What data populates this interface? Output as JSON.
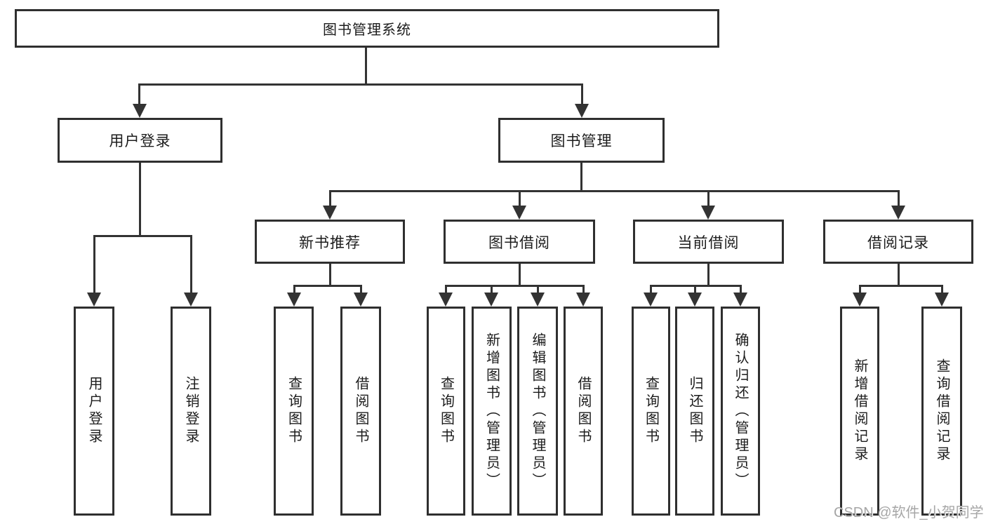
{
  "page": {
    "background": "#ffffff",
    "line_color": "#333333",
    "watermark": "CSDN @软件_小贺同学"
  },
  "tree": {
    "root": {
      "label": "图书管理系统"
    },
    "branches": [
      {
        "label": "用户登录",
        "children": [
          {
            "label": "用户登录"
          },
          {
            "label": "注销登录"
          }
        ]
      },
      {
        "label": "图书管理",
        "children": [
          {
            "label": "新书推荐",
            "children": [
              {
                "label": "查询图书"
              },
              {
                "label": "借阅图书"
              }
            ]
          },
          {
            "label": "图书借阅",
            "children": [
              {
                "label": "查询图书"
              },
              {
                "label": "新增图书（管理员）"
              },
              {
                "label": "编辑图书（管理员）"
              },
              {
                "label": "借阅图书"
              }
            ]
          },
          {
            "label": "当前借阅",
            "children": [
              {
                "label": "查询图书"
              },
              {
                "label": "归还图书"
              },
              {
                "label": "确认归还（管理员）"
              }
            ]
          },
          {
            "label": "借阅记录",
            "children": [
              {
                "label": "新增借阅记录"
              },
              {
                "label": "查询借阅记录"
              }
            ]
          }
        ]
      }
    ]
  }
}
